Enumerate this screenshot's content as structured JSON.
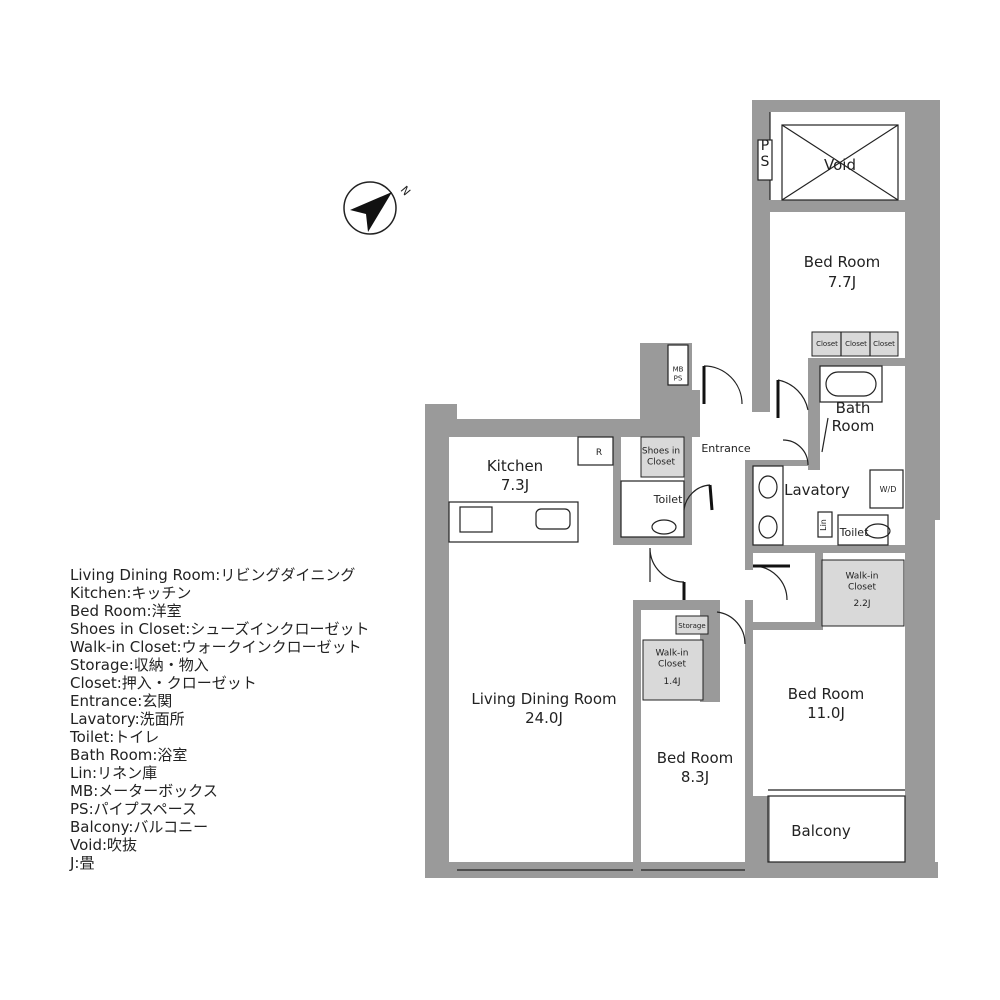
{
  "compass": {
    "north_label": "N"
  },
  "rooms": {
    "void": "Void",
    "ps_top": "P\nS",
    "bed_room_top": {
      "name": "Bed Room",
      "size": "7.7J"
    },
    "closets": [
      "Closet",
      "Closet",
      "Closet"
    ],
    "mb_ps": "MB\nPS",
    "bath_room": "Bath\nRoom",
    "entrance": "Entrance",
    "kitchen": {
      "name": "Kitchen",
      "size": "7.3J"
    },
    "fridge": "R",
    "shoes_in_closet": "Shoes in\nCloset",
    "toilet_left": "Toilet",
    "lavatory": "Lavatory",
    "wd": "W/D",
    "lin": "Lin",
    "toilet_right": "Toilet",
    "walk_in_closet_right": {
      "name": "Walk-in\nCloset",
      "size": "2.2J"
    },
    "storage": "Storage",
    "walk_in_closet_mid": {
      "name": "Walk-in\nCloset",
      "size": "1.4J"
    },
    "living_dining": {
      "name": "Living Dining Room",
      "size": "24.0J"
    },
    "bed_room_right": {
      "name": "Bed Room",
      "size": "11.0J"
    },
    "bed_room_mid": {
      "name": "Bed Room",
      "size": "8.3J"
    },
    "balcony": "Balcony"
  },
  "legend": [
    "Living Dining Room:リビングダイニング",
    "Kitchen:キッチン",
    "Bed Room:洋室",
    "Shoes in Closet:シューズインクローゼット",
    "Walk-in Closet:ウォークインクローゼット",
    "Storage:収納・物入",
    "Closet:押入・クローゼット",
    "Entrance:玄関",
    "Lavatory:洗面所",
    "Toilet:トイレ",
    "Bath Room:浴室",
    "Lin:リネン庫",
    "MB:メーターボックス",
    "PS:パイプスペース",
    "Balcony:バルコニー",
    "Void:吹抜",
    "J:畳"
  ],
  "colors": {
    "wall": "#9a9a9a",
    "closet_fill": "#d9d9d9",
    "line": "#222222"
  }
}
